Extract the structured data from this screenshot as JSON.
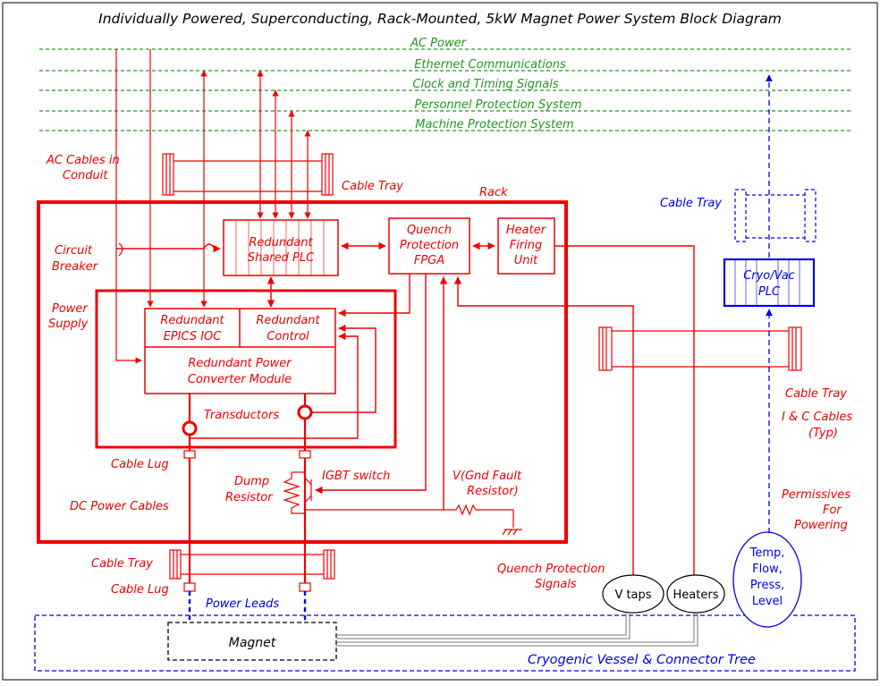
{
  "title": "Individually Powered, Superconducting, Rack-Mounted, 5kW Magnet Power System Block Diagram",
  "colors": {
    "red": "#f00000",
    "blue": "#0000e6",
    "green": "#1f9a1f",
    "black": "#000000"
  },
  "buses": {
    "ac_power": "AC Power",
    "ethernet": "Ethernet Communications",
    "clock": "Clock and Timing Signals",
    "personnel": "Personnel Protection System",
    "machine": "Machine Protection System"
  },
  "labels": {
    "ac_cables_1": "AC Cables in",
    "ac_cables_2": "Conduit",
    "cable_tray_top": "Cable Tray",
    "rack": "Rack",
    "circuit_breaker_1": "Circuit",
    "circuit_breaker_2": "Breaker",
    "power_supply_1": "Power",
    "power_supply_2": "Supply",
    "transductors": "Transductors",
    "cable_lug_top": "Cable Lug",
    "dump_resistor_1": "Dump",
    "dump_resistor_2": "Resistor",
    "igbt_switch": "IGBT switch",
    "gnd_fault_1": "V(Gnd Fault",
    "gnd_fault_2": "Resistor)",
    "dc_power_cables": "DC Power Cables",
    "cable_tray_bottom": "Cable Tray",
    "cable_lug_bottom": "Cable Lug",
    "power_leads": "Power Leads",
    "quench_signals_1": "Quench Protection",
    "quench_signals_2": "Signals",
    "cable_tray_right": "Cable Tray",
    "ic_cables_1": "I & C Cables",
    "ic_cables_2": "(Typ)",
    "permissives_1": "Permissives",
    "permissives_2": "For",
    "permissives_3": "Powering",
    "cable_tray_blue": "Cable Tray",
    "cryogenic_vessel": "Cryogenic Vessel & Connector Tree"
  },
  "blocks": {
    "shared_plc_1": "Redundant",
    "shared_plc_2": "Shared PLC",
    "quench_fpga_1": "Quench",
    "quench_fpga_2": "Protection",
    "quench_fpga_3": "FPGA",
    "heater_firing_1": "Heater",
    "heater_firing_2": "Firing",
    "heater_firing_3": "Unit",
    "epics_ioc_1": "Redundant",
    "epics_ioc_2": "EPICS IOC",
    "control_1": "Redundant",
    "control_2": "Control",
    "converter_1": "Redundant Power",
    "converter_2": "Converter Module",
    "cryo_plc_1": "Cryo/Vac",
    "cryo_plc_2": "PLC",
    "v_taps": "V taps",
    "heaters": "Heaters",
    "sensors_1": "Temp,",
    "sensors_2": "Flow,",
    "sensors_3": "Press,",
    "sensors_4": "Level",
    "magnet": "Magnet"
  }
}
